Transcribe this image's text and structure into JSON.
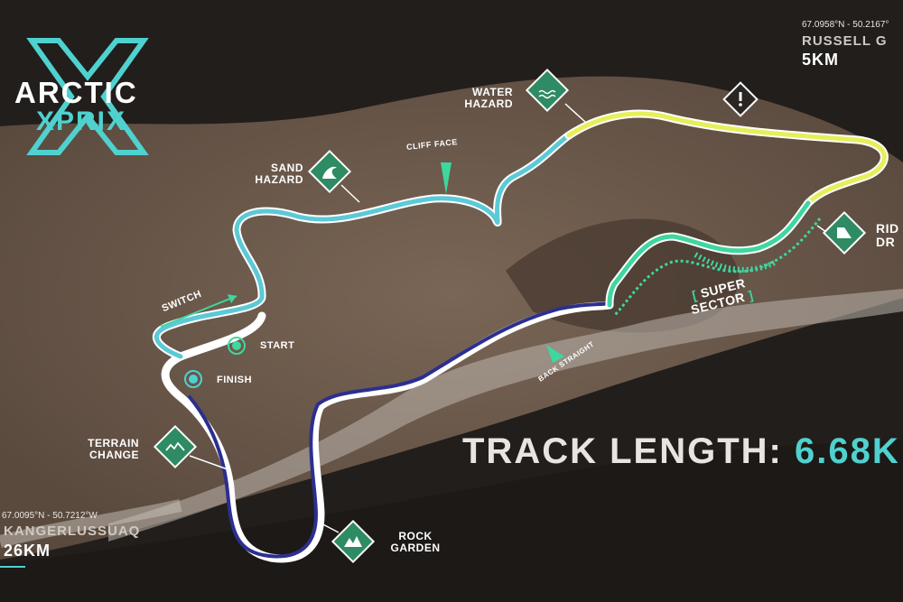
{
  "logo": {
    "line1": "ARCTIC",
    "line2": "XPRIX"
  },
  "track_length": {
    "label": "TRACK LENGTH:",
    "value": "6.68K"
  },
  "markers": {
    "start": "START",
    "finish": "FINISH",
    "switch": "SWITCH",
    "cliff_face": "CLIFF FACE",
    "back_straight": "BACK STRAIGHT",
    "super_sector_line1": "SUPER",
    "super_sector_line2": "SECTOR"
  },
  "hazards": {
    "water_line1": "WATER",
    "water_line2": "HAZARD",
    "sand_line1": "SAND",
    "sand_line2": "HAZARD",
    "terrain_line1": "TERRAIN",
    "terrain_line2": "CHANGE",
    "rock_line1": "ROCK",
    "rock_line2": "GARDEN",
    "ridge_line1": "RID",
    "ridge_line2": "DR"
  },
  "locations": {
    "russell": {
      "coords": "67.0958°N - 50.2167°",
      "name": "RUSSELL G",
      "distance": "5KM"
    },
    "kangerlussuaq": {
      "coords": "67.0095°N - 50.7212°W",
      "name": "KANGERLUSSUAQ",
      "distance": "26KM"
    }
  },
  "colors": {
    "accent": "#4fd1cf",
    "track_white": "#ffffff",
    "track_blue": "#2c2f8f",
    "track_cyan": "#5cc9d6",
    "track_yellow": "#e6ef5a",
    "track_green": "#3fd6a0",
    "hazard_green": "#2e8b63",
    "terrain": "#6b5a4c"
  },
  "icons": [
    "water-hazard-icon",
    "sand-hazard-icon",
    "terrain-change-icon",
    "rock-garden-icon",
    "ridge-drop-icon",
    "warning-icon"
  ]
}
